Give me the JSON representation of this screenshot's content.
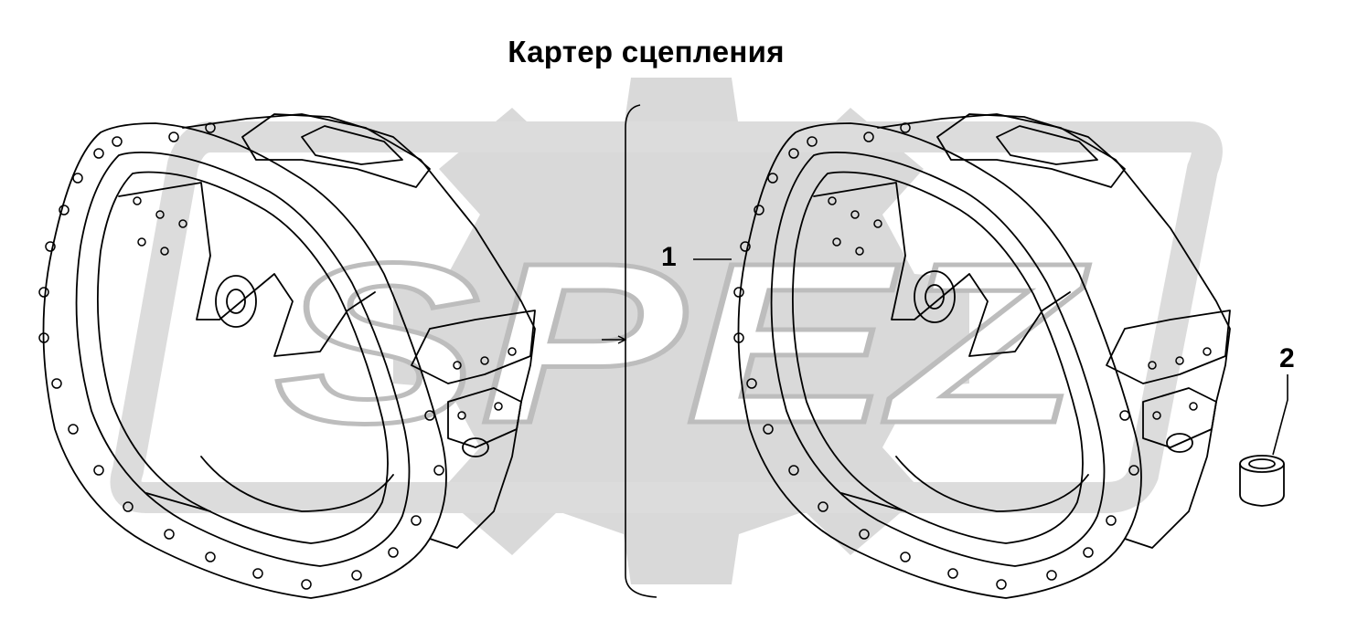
{
  "title": "Картер сцепления",
  "watermark_text": "SPEZ",
  "callouts": [
    {
      "label": "1",
      "part": "clutch housing"
    },
    {
      "label": "2",
      "part": "bushing"
    }
  ],
  "colors": {
    "background": "#ffffff",
    "line": "#000000",
    "watermark": "#d9d9d9"
  }
}
